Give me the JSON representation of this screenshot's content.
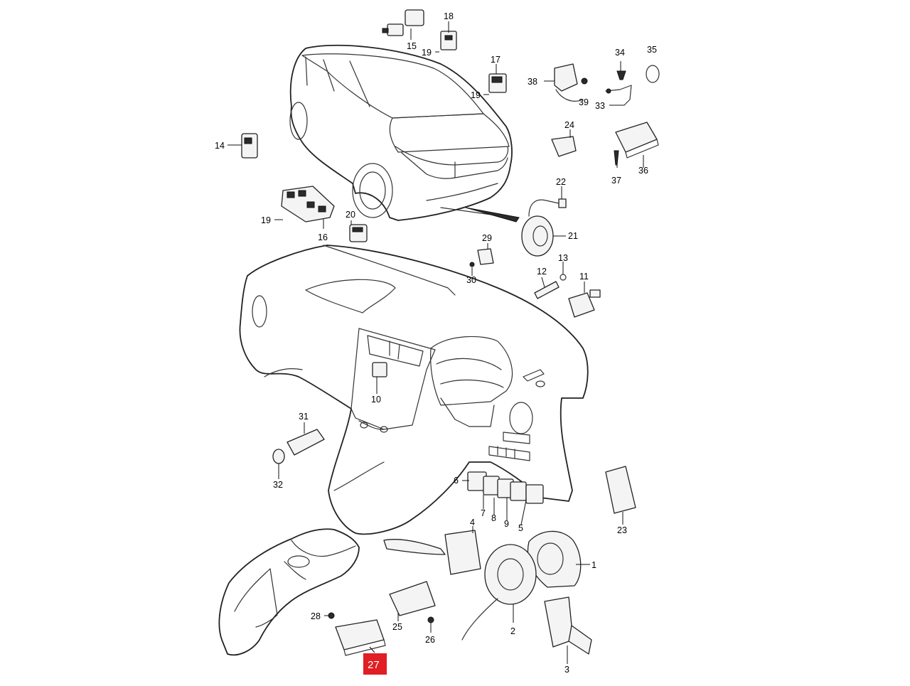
{
  "callouts": [
    {
      "id": "c15",
      "label": "15"
    },
    {
      "id": "c18",
      "label": "18"
    },
    {
      "id": "c19a",
      "label": "19"
    },
    {
      "id": "c17",
      "label": "17"
    },
    {
      "id": "c19b",
      "label": "19"
    },
    {
      "id": "c14",
      "label": "14"
    },
    {
      "id": "c19c",
      "label": "19"
    },
    {
      "id": "c16",
      "label": "16"
    },
    {
      "id": "c20",
      "label": "20"
    },
    {
      "id": "c38",
      "label": "38"
    },
    {
      "id": "c39",
      "label": "39"
    },
    {
      "id": "c34",
      "label": "34"
    },
    {
      "id": "c35",
      "label": "35"
    },
    {
      "id": "c33",
      "label": "33"
    },
    {
      "id": "c24",
      "label": "24"
    },
    {
      "id": "c37",
      "label": "37"
    },
    {
      "id": "c36",
      "label": "36"
    },
    {
      "id": "c22",
      "label": "22"
    },
    {
      "id": "c21",
      "label": "21"
    },
    {
      "id": "c29",
      "label": "29"
    },
    {
      "id": "c30",
      "label": "30"
    },
    {
      "id": "c13",
      "label": "13"
    },
    {
      "id": "c12",
      "label": "12"
    },
    {
      "id": "c11",
      "label": "11"
    },
    {
      "id": "c10",
      "label": "10"
    },
    {
      "id": "c31",
      "label": "31"
    },
    {
      "id": "c32",
      "label": "32"
    },
    {
      "id": "c6",
      "label": "6"
    },
    {
      "id": "c7",
      "label": "7"
    },
    {
      "id": "c8",
      "label": "8"
    },
    {
      "id": "c9",
      "label": "9"
    },
    {
      "id": "c5",
      "label": "5"
    },
    {
      "id": "c23",
      "label": "23"
    },
    {
      "id": "c4",
      "label": "4"
    },
    {
      "id": "c1",
      "label": "1"
    },
    {
      "id": "c2",
      "label": "2"
    },
    {
      "id": "c3",
      "label": "3"
    },
    {
      "id": "c28",
      "label": "28"
    },
    {
      "id": "c25",
      "label": "25"
    },
    {
      "id": "c26",
      "label": "26"
    },
    {
      "id": "c27",
      "label": "27"
    }
  ],
  "highlight": {
    "label": "27",
    "color": "#e01e24"
  }
}
